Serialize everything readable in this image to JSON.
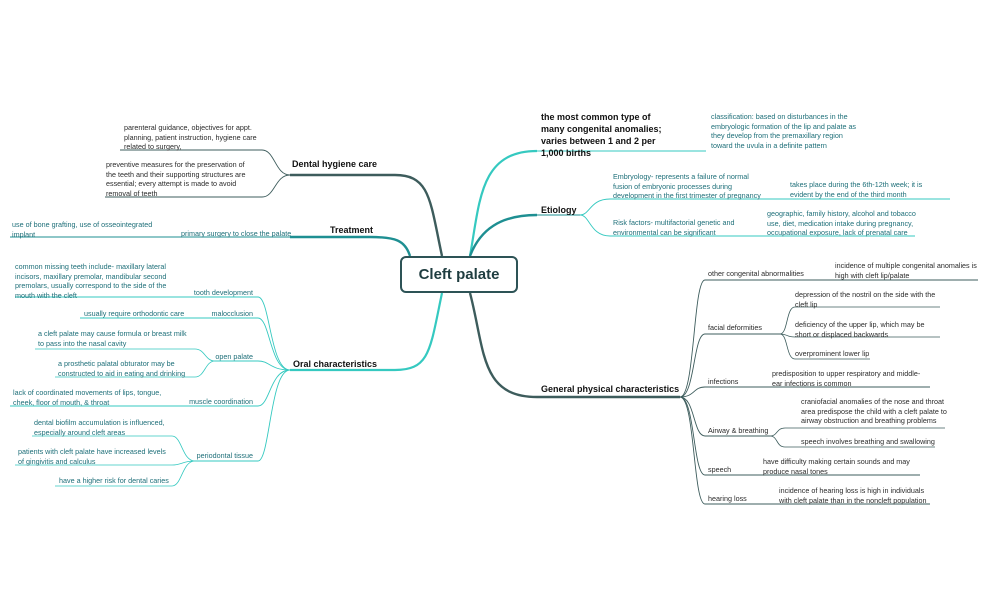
{
  "central": "Cleft palate",
  "colors": {
    "dark": "#3d5c5c",
    "teal": "#35c9c0",
    "text_teal": "#1e6f79"
  },
  "right": {
    "common": {
      "title": "the most common type of many congenital anomalies; varies between 1 and 2 per 1,000 births",
      "classification": "classification: based on disturbances in the embryologic formation of the lip and palate as they develop from the premaxillary region toward the uvula in a definite pattern"
    },
    "etiology": {
      "title": "Etiology",
      "embryology": "Embryology- represents a failure of normal fusion of embryonic processes during development in the first trimester of pregnancy",
      "embryology_detail": "takes place during the 6th-12th week; it is evident by the end of the third month",
      "risk": "Risk factors- multifactorial genetic and environmental can be significant",
      "risk_detail": "geographic, family history, alcohol and tobacco use, diet, medication intake during pregnancy, occupational exposure, lack of prenatal care"
    },
    "physical": {
      "title": "General physical characteristics",
      "other": "other congenital abnormalities",
      "other_detail": "incidence of multiple congenital anomalies is high with cleft lip/palate",
      "facial": "facial deformities",
      "facial_1": "depression of the nostril on the side with the cleft lip",
      "facial_2": "deficiency of the upper lip, which may be short or displaced backwards",
      "facial_3": "overprominent lower lip",
      "infections": "infections",
      "infections_detail": "predisposition to upper respiratory and middle-ear infections is common",
      "airway": "Airway & breathing",
      "airway_1": "craniofacial anomalies of the nose and throat area predispose the child with a cleft palate to airway obstruction and breathing problems",
      "airway_2": "speech involves breathing and swallowing",
      "speech": "speech",
      "speech_detail": "have difficulty making certain sounds and may produce nasal tones",
      "hearing": "hearing loss",
      "hearing_detail": "incidence of hearing loss is high in individuals with cleft palate than in the noncleft population"
    }
  },
  "left": {
    "hygiene": {
      "title": "Dental hygiene care",
      "item1": "parenteral guidance, objectives for appt. planning, patient instruction, hygiene care related to surgery,",
      "item2": "preventive measures for the preservation of the teeth and their supporting structures are essential; every attempt is made to avoid removal of teeth"
    },
    "treatment": {
      "title": "Treatment",
      "surgery": "primary surgery to close the palate",
      "surgery_detail": "use of bone grafting, use of osseointegrated implant"
    },
    "oral": {
      "title": "Oral characteristics",
      "tooth": "tooth development",
      "tooth_detail": "common missing teeth include- maxillary lateral incisors, maxillary premolar, mandibular second premolars, usually correspond to the side of the mouth with the cleft",
      "malocclusion": "malocclusion",
      "malocclusion_detail": "usually require orthodontic care",
      "open": "open palate",
      "open_1": "a cleft palate may cause formula or breast milk to pass into the nasal cavity",
      "open_2": "a prosthetic palatal obturator may be constructed to aid in eating and drinking",
      "muscle": "muscle coordination",
      "muscle_detail": "lack of coordinated movements of lips, tongue, cheek, floor of mouth, & throat",
      "perio": "periodontal tissue",
      "perio_1": "dental biofilm accumulation is influenced, especially around cleft areas",
      "perio_2": "patients with cleft palate have increased levels of gingivitis and calculus",
      "perio_3": "have a higher risk for dental caries"
    }
  }
}
